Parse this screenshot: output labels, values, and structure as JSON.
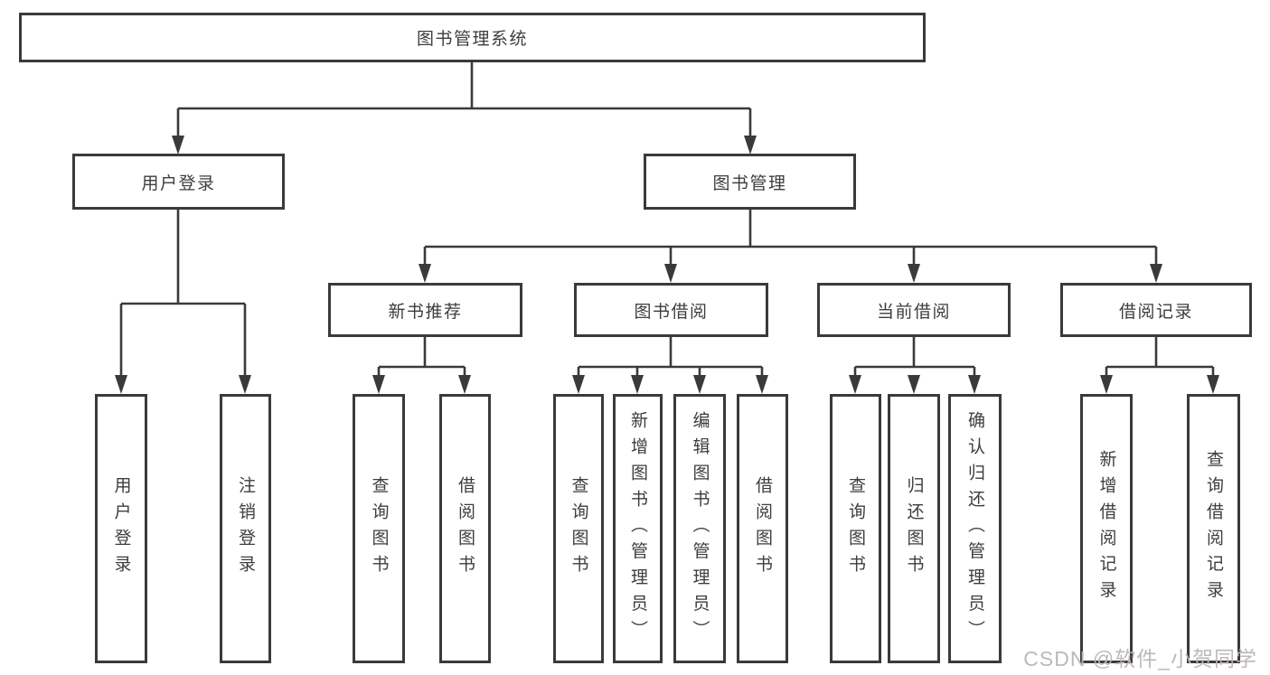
{
  "tree": {
    "label": "图书管理系统",
    "children": [
      {
        "label": "用户登录",
        "children": [
          {
            "label": "用户登录"
          },
          {
            "label": "注销登录"
          }
        ]
      },
      {
        "label": "图书管理",
        "children": [
          {
            "label": "新书推荐",
            "children": [
              {
                "label": "查询图书"
              },
              {
                "label": "借阅图书"
              }
            ]
          },
          {
            "label": "图书借阅",
            "children": [
              {
                "label": "查询图书"
              },
              {
                "label": "新增图书（管理员）"
              },
              {
                "label": "编辑图书（管理员）"
              },
              {
                "label": "借阅图书"
              }
            ]
          },
          {
            "label": "当前借阅",
            "children": [
              {
                "label": "查询图书"
              },
              {
                "label": "归还图书"
              },
              {
                "label": "确认归还（管理员）"
              }
            ]
          },
          {
            "label": "借阅记录",
            "children": [
              {
                "label": "新增借阅记录"
              },
              {
                "label": "查询借阅记录"
              }
            ]
          }
        ]
      }
    ]
  },
  "watermark": "CSDN @软件_小贺同学",
  "colors": {
    "line": "#3a3a3a",
    "text": "#3d3d3d",
    "background": "#ffffff",
    "watermark": "#bbb3b8"
  }
}
